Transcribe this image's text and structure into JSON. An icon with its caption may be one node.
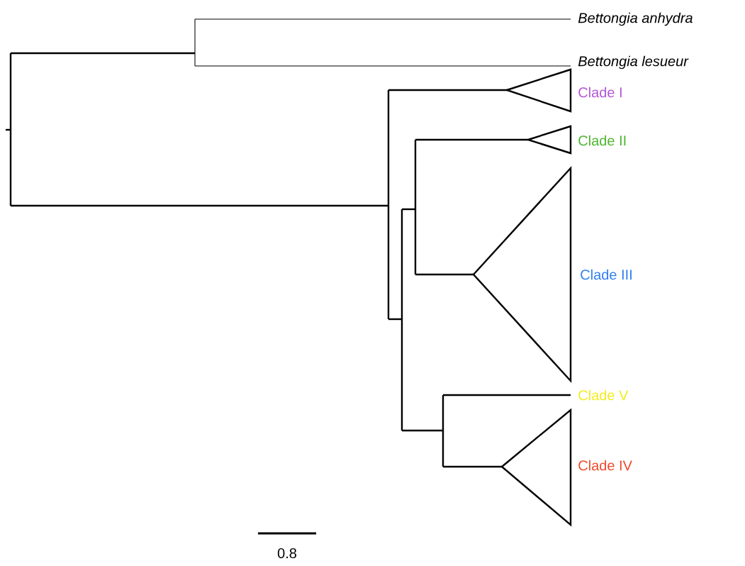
{
  "diagram": {
    "labels": [
      "Bettongia anhydra",
      "Bettongia lesueur",
      "Clade I",
      "Clade II",
      "Clade III",
      "Clade V",
      "Clade IV",
      "0.8"
    ]
  }
}
